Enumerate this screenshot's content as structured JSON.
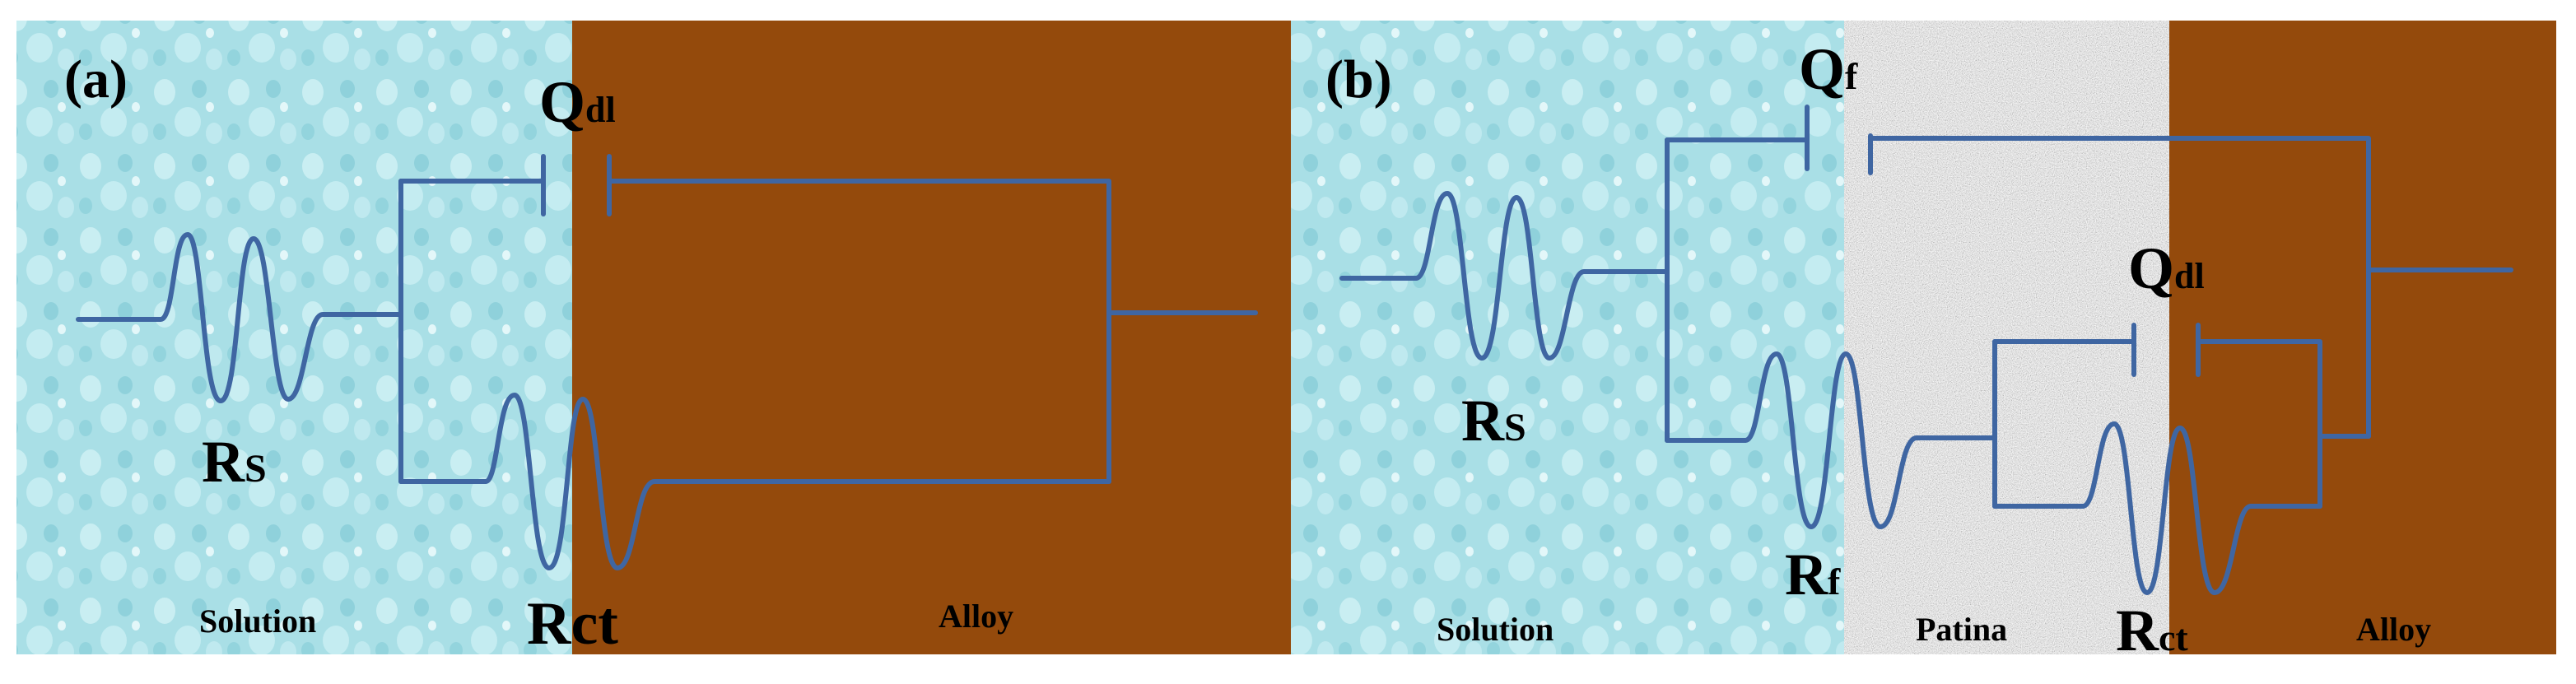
{
  "panel_a": {
    "tag": "(a)",
    "regions": {
      "solution": "Solution",
      "alloy": "Alloy"
    },
    "labels": {
      "q_main": "Q",
      "q_sub": "dl",
      "rs_main": "R",
      "rs_sub": "S",
      "rct": "Rct"
    }
  },
  "panel_b": {
    "tag": "(b)",
    "regions": {
      "solution": "Solution",
      "patina": "Patina",
      "alloy": "Alloy"
    },
    "labels": {
      "qf_main": "Q",
      "qf_sub": "f",
      "qdl_main": "Q",
      "qdl_sub": "dl",
      "rs_main": "R",
      "rs_sub": "S",
      "rf_main": "R",
      "rf_sub": "f",
      "rct_main": "R",
      "rct_sub": "ct"
    }
  },
  "colors": {
    "solution": "#a9dfe6",
    "solution_drop": "#c9eef2",
    "alloy": "#944a0c",
    "patina": "#b4b4b4",
    "wire": "#3f66a2"
  }
}
